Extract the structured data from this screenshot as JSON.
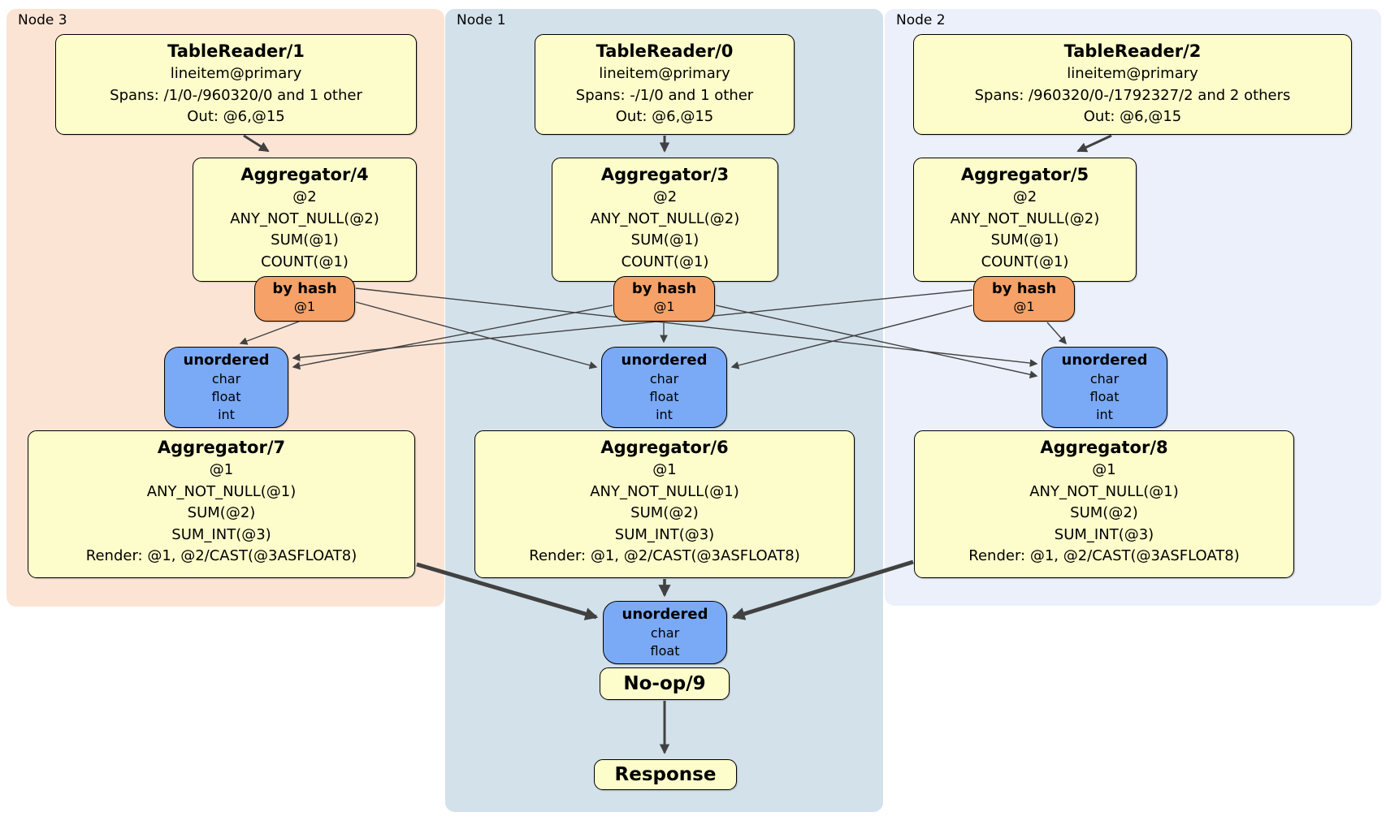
{
  "colors": {
    "node3_bg": "#fce4d5",
    "node1_bg": "#d3e1ea",
    "node2_bg": "#ebf0fa",
    "box_bg": "#fdfdcb",
    "router_bg": "#f5a167",
    "sync_bg": "#7aa9f5",
    "edge": "#414141",
    "text": "#000000"
  },
  "groups": {
    "node3": {
      "label": "Node 3"
    },
    "node1": {
      "label": "Node 1"
    },
    "node2": {
      "label": "Node 2"
    }
  },
  "boxes": {
    "tr1": {
      "title": "TableReader/1",
      "lines": [
        "lineitem@primary",
        "Spans: /1/0-/960320/0 and 1 other",
        "Out: @6,@15"
      ]
    },
    "tr0": {
      "title": "TableReader/0",
      "lines": [
        "lineitem@primary",
        "Spans: -/1/0 and 1 other",
        "Out: @6,@15"
      ]
    },
    "tr2": {
      "title": "TableReader/2",
      "lines": [
        "lineitem@primary",
        "Spans: /960320/0-/1792327/2 and 2 others",
        "Out: @6,@15"
      ]
    },
    "agg4": {
      "title": "Aggregator/4",
      "lines": [
        "@2",
        "ANY_NOT_NULL(@2)",
        "SUM(@1)",
        "COUNT(@1)"
      ]
    },
    "agg3": {
      "title": "Aggregator/3",
      "lines": [
        "@2",
        "ANY_NOT_NULL(@2)",
        "SUM(@1)",
        "COUNT(@1)"
      ]
    },
    "agg5": {
      "title": "Aggregator/5",
      "lines": [
        "@2",
        "ANY_NOT_NULL(@2)",
        "SUM(@1)",
        "COUNT(@1)"
      ]
    },
    "hash3": {
      "title": "by hash",
      "lines": [
        "@1"
      ]
    },
    "hash1": {
      "title": "by hash",
      "lines": [
        "@1"
      ]
    },
    "hash2": {
      "title": "by hash",
      "lines": [
        "@1"
      ]
    },
    "un3": {
      "title": "unordered",
      "lines": [
        "char",
        "float",
        "int"
      ]
    },
    "un1": {
      "title": "unordered",
      "lines": [
        "char",
        "float",
        "int"
      ]
    },
    "un2": {
      "title": "unordered",
      "lines": [
        "char",
        "float",
        "int"
      ]
    },
    "agg7": {
      "title": "Aggregator/7",
      "lines": [
        "@1",
        "ANY_NOT_NULL(@1)",
        "SUM(@2)",
        "SUM_INT(@3)",
        "Render: @1, @2/CAST(@3ASFLOAT8)"
      ]
    },
    "agg6": {
      "title": "Aggregator/6",
      "lines": [
        "@1",
        "ANY_NOT_NULL(@1)",
        "SUM(@2)",
        "SUM_INT(@3)",
        "Render: @1, @2/CAST(@3ASFLOAT8)"
      ]
    },
    "agg8": {
      "title": "Aggregator/8",
      "lines": [
        "@1",
        "ANY_NOT_NULL(@1)",
        "SUM(@2)",
        "SUM_INT(@3)",
        "Render: @1, @2/CAST(@3ASFLOAT8)"
      ]
    },
    "unfinal": {
      "title": "unordered",
      "lines": [
        "char",
        "float"
      ]
    },
    "noop": {
      "title": "No-op/9"
    },
    "response": {
      "title": "Response"
    }
  },
  "edges": [
    {
      "from": "tr1",
      "to": "agg4",
      "type": "flow"
    },
    {
      "from": "tr0",
      "to": "agg3",
      "type": "flow"
    },
    {
      "from": "tr2",
      "to": "agg5",
      "type": "flow"
    },
    {
      "from": "hash3",
      "to": "un3",
      "type": "stream"
    },
    {
      "from": "hash3",
      "to": "un1",
      "type": "stream"
    },
    {
      "from": "hash3",
      "to": "un2",
      "type": "stream"
    },
    {
      "from": "hash1",
      "to": "un3",
      "type": "stream"
    },
    {
      "from": "hash1",
      "to": "un1",
      "type": "stream"
    },
    {
      "from": "hash1",
      "to": "un2",
      "type": "stream"
    },
    {
      "from": "hash2",
      "to": "un3",
      "type": "stream"
    },
    {
      "from": "hash2",
      "to": "un1",
      "type": "stream"
    },
    {
      "from": "hash2",
      "to": "un2",
      "type": "stream"
    },
    {
      "from": "agg7",
      "to": "unfinal",
      "type": "flow"
    },
    {
      "from": "agg6",
      "to": "unfinal",
      "type": "flow"
    },
    {
      "from": "agg8",
      "to": "unfinal",
      "type": "flow"
    },
    {
      "from": "unfinal",
      "to": "noop",
      "type": "adjacent"
    },
    {
      "from": "noop",
      "to": "response",
      "type": "flow"
    }
  ]
}
